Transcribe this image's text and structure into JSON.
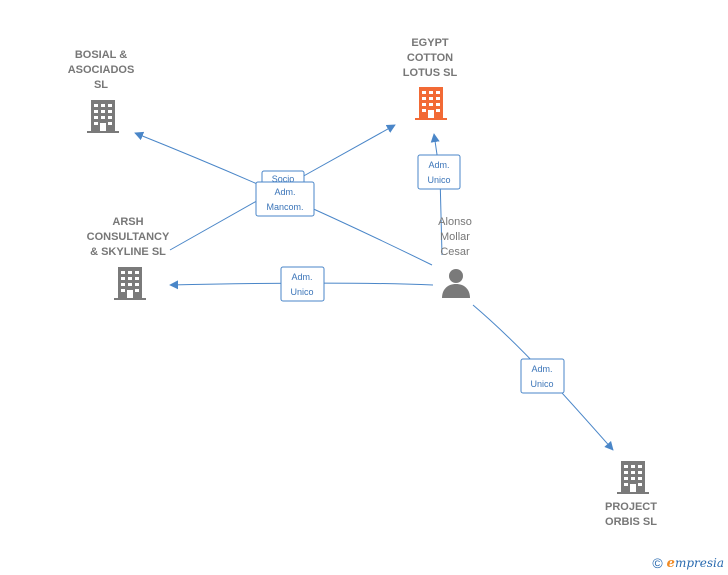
{
  "colors": {
    "edge": "#4a86c8",
    "building": "#7a7a7a",
    "building_focus": "#f26a35",
    "person": "#7a7a7a",
    "label": "#777777"
  },
  "nodes": {
    "bosial": {
      "lines": [
        "BOSIAL &",
        "ASOCIADOS",
        "SL"
      ],
      "icon": "building-icon"
    },
    "egypt": {
      "lines": [
        "EGYPT",
        "COTTON",
        "LOTUS  SL"
      ],
      "icon": "building-icon"
    },
    "arsh": {
      "lines": [
        "ARSH",
        "CONSULTANCY",
        "& SKYLINE  SL"
      ],
      "icon": "building-icon"
    },
    "alonso": {
      "lines": [
        "Alonso",
        "Mollar",
        "Cesar"
      ],
      "icon": "person-icon"
    },
    "project": {
      "lines": [
        "PROJECT",
        "ORBIS  SL"
      ],
      "icon": "building-icon"
    }
  },
  "edges": {
    "socio": {
      "lines": [
        "Socio"
      ]
    },
    "mancom": {
      "lines": [
        "Adm.",
        "Mancom."
      ]
    },
    "adm_egypt": {
      "lines": [
        "Adm.",
        "Unico"
      ]
    },
    "adm_arsh": {
      "lines": [
        "Adm.",
        "Unico"
      ]
    },
    "adm_project": {
      "lines": [
        "Adm.",
        "Unico"
      ]
    }
  },
  "footer": {
    "copyright": "©",
    "brand_first": "e",
    "brand_rest": "mpresia"
  }
}
